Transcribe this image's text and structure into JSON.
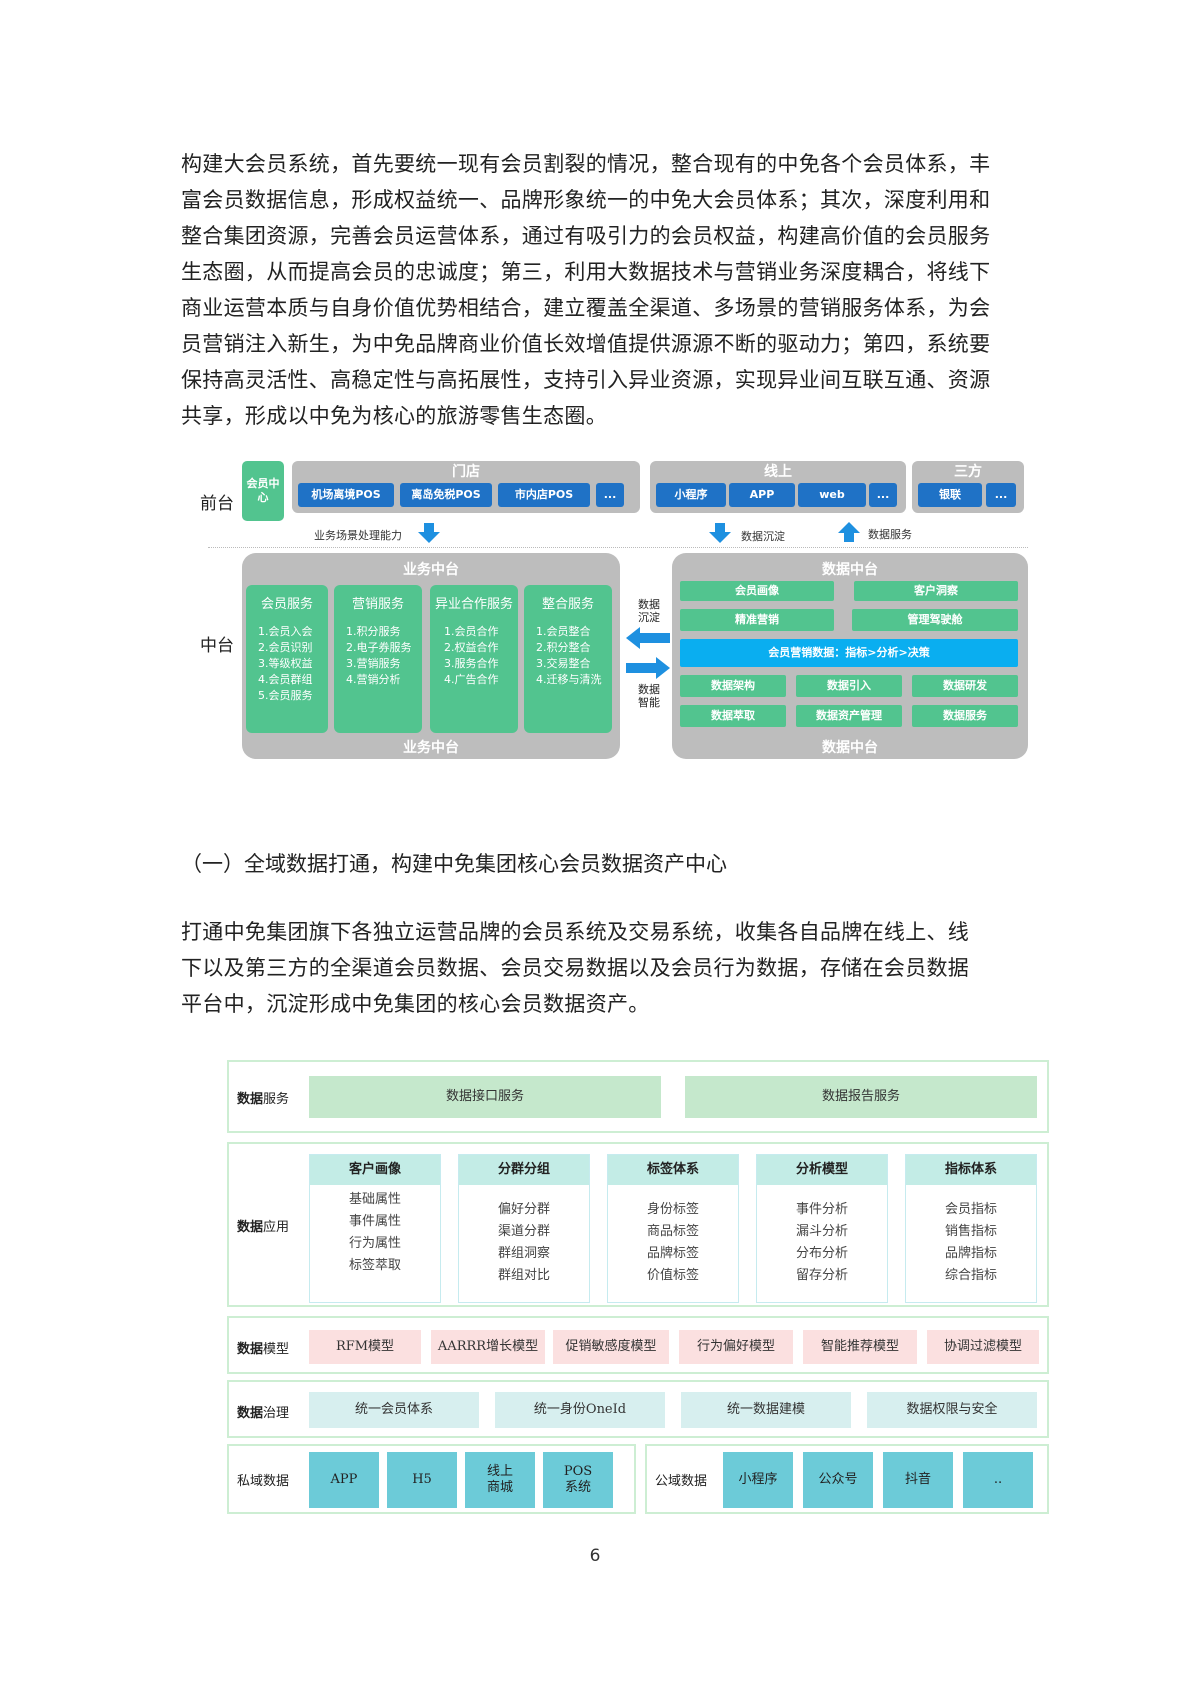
{
  "intro_paragraph": [
    "构建大会员系统，首先要统一现有会员割裂的情况，整合现有的中免各个会员体系，丰",
    "富会员数据信息，形成权益统一、品牌形象统一的中免大会员体系；其次，深度利用和",
    "整合集团资源，完善会员运营体系，通过有吸引力的会员权益，构建高价值的会员服务",
    "生态圈，从而提高会员的忠诚度；第三，利用大数据技术与营销业务深度耦合，将线下",
    "商业运营本质与自身价值优势相结合，建立覆盖全渠道、多场景的营销服务体系，为会",
    "员营销注入新生，为中免品牌商业价值长效增值提供源源不断的驱动力；第四，系统要",
    "保持高灵活性、高稳定性与高拓展性，支持引入异业资源，实现异业间互联互通、资源",
    "共享，形成以中免为核心的旅游零售生态圈。"
  ],
  "diagram1": {
    "front_label": "前台",
    "middle_label": "中台",
    "member_center": "会员中心",
    "groups": [
      {
        "title": "门店",
        "buttons": [
          "机场离境POS",
          "离岛免税POS",
          "市内店POS",
          "..."
        ]
      },
      {
        "title": "线上",
        "buttons": [
          "小程序",
          "APP",
          "web",
          "..."
        ]
      },
      {
        "title": "三方",
        "buttons": [
          "银联",
          "..."
        ]
      }
    ],
    "arrows": {
      "business_capability": "业务场景处理能力",
      "data_settle": "数据沉淀",
      "data_service": "数据服务",
      "mid_settle": "数据沉淀",
      "mid_intel": "数据智能"
    },
    "business_platform": {
      "title": "业务中台",
      "footer": "业务中台",
      "services": [
        {
          "title": "会员服务",
          "items": [
            "1.会员入会",
            "2.会员识别",
            "3.等级权益",
            "4.会员群组",
            "5.会员服务"
          ]
        },
        {
          "title": "营销服务",
          "items": [
            "1.积分服务",
            "2.电子券服务",
            "3.营销服务",
            "4.营销分析"
          ]
        },
        {
          "title": "异业合作服务",
          "items": [
            "1.会员合作",
            "2.权益合作",
            "3.服务合作",
            "4.广告合作"
          ]
        },
        {
          "title": "整合服务",
          "items": [
            "1.会员整合",
            "2.积分整合",
            "3.交易整合",
            "4.迁移与清洗"
          ]
        }
      ]
    },
    "data_platform": {
      "title": "数据中台",
      "footer": "数据中台",
      "top_row1": [
        "会员画像",
        "客户洞察"
      ],
      "top_row2": [
        "精准营销",
        "管理驾驶舱"
      ],
      "highlight": "会员营销数据：指标>分析>决策",
      "bottom_row1": [
        "数据架构",
        "数据引入",
        "数据研发"
      ],
      "bottom_row2": [
        "数据萃取",
        "数据资产管理",
        "数据服务"
      ]
    }
  },
  "section_heading": "（一）全域数据打通，构建中免集团核心会员数据资产中心",
  "section_paragraph": [
    "打通中免集团旗下各独立运营品牌的会员系统及交易系统，收集各自品牌在线上、线",
    "下以及第三方的全渠道会员数据、会员交易数据以及会员行为数据，存储在会员数据",
    "平台中，沉淀形成中免集团的核心会员数据资产。"
  ],
  "diagram2": {
    "data_service": {
      "label_bold": "数据",
      "label_rest": "服务",
      "items": [
        "数据接口服务",
        "数据报告服务"
      ]
    },
    "data_application": {
      "label_bold": "数据",
      "label_rest": "应用",
      "columns": [
        {
          "title": "客户画像",
          "items": [
            "基础属性",
            "事件属性",
            "行为属性",
            "标签萃取"
          ]
        },
        {
          "title": "分群分组",
          "items": [
            "偏好分群",
            "渠道分群",
            "群组洞察",
            "群组对比"
          ]
        },
        {
          "title": "标签体系",
          "items": [
            "身份标签",
            "商品标签",
            "品牌标签",
            "价值标签"
          ]
        },
        {
          "title": "分析模型",
          "items": [
            "事件分析",
            "漏斗分析",
            "分布分析",
            "留存分析"
          ]
        },
        {
          "title": "指标体系",
          "items": [
            "会员指标",
            "销售指标",
            "品牌指标",
            "综合指标"
          ]
        }
      ]
    },
    "data_model": {
      "label_bold": "数据",
      "label_rest": "模型",
      "items": [
        "RFM模型",
        "AARRR增长模型",
        "促销敏感度模型",
        "行为偏好模型",
        "智能推荐模型",
        "协调过滤模型"
      ]
    },
    "data_governance": {
      "label_bold": "数据",
      "label_rest": "治理",
      "items": [
        "统一会员体系",
        "统一身份OneId",
        "统一数据建模",
        "数据权限与安全"
      ]
    },
    "private_data": {
      "label": "私域数据",
      "items": [
        "APP",
        "H5",
        "线上\n商城",
        "POS\n系统"
      ]
    },
    "public_data": {
      "label": "公域数据",
      "items": [
        "小程序",
        "公众号",
        "抖音",
        ".."
      ]
    }
  },
  "page_number": "6"
}
